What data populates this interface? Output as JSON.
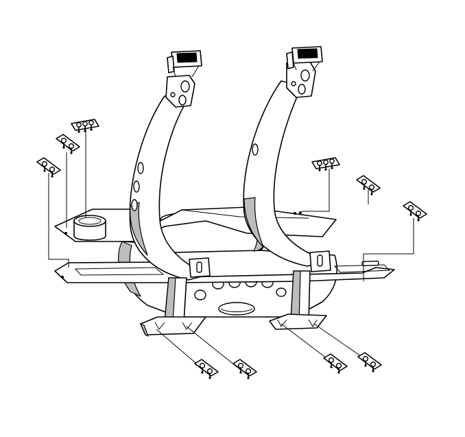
{
  "diagram": {
    "kind": "exploded-parts-view",
    "colors": {
      "ink": "#000000",
      "paper": "#ffffff",
      "shade": "#bdbdbd"
    },
    "parts": [
      {
        "id": "left-mount-bracket"
      },
      {
        "id": "right-mount-bracket"
      },
      {
        "id": "tank-assembly"
      },
      {
        "id": "filler-neck"
      },
      {
        "id": "cross-member"
      }
    ],
    "fastener_plates": [
      {
        "id": "plate-upper-left-1"
      },
      {
        "id": "plate-upper-left-2"
      },
      {
        "id": "plate-upper-left-3"
      },
      {
        "id": "plate-upper-right-1"
      },
      {
        "id": "plate-upper-right-2"
      },
      {
        "id": "plate-upper-right-3"
      },
      {
        "id": "plate-bottom-1"
      },
      {
        "id": "plate-bottom-2"
      },
      {
        "id": "plate-bottom-3"
      },
      {
        "id": "plate-bottom-4"
      }
    ]
  }
}
